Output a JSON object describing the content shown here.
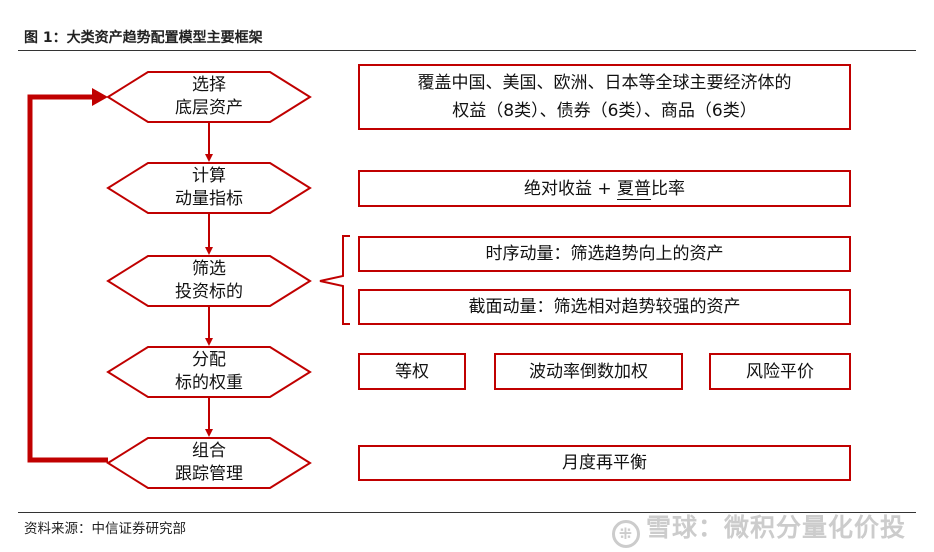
{
  "caption": "图 1：大类资产趋势配置模型主要框架",
  "source": "资料来源：中信证券研究部",
  "watermark": "雪球：微积分量化价投",
  "colors": {
    "accent": "#c00000"
  },
  "steps": [
    {
      "line1": "选择",
      "line2": "底层资产"
    },
    {
      "line1": "计算",
      "line2": "动量指标"
    },
    {
      "line1": "筛选",
      "line2": "投资标的"
    },
    {
      "line1": "分配",
      "line2": "标的权重"
    },
    {
      "line1": "组合",
      "line2": "跟踪管理"
    }
  ],
  "boxes": {
    "assets_line1": "覆盖中国、美国、欧洲、日本等全球主要经济体的",
    "assets_line2": "权益（8类）、债券（6类）、商品（6类）",
    "indicator_a": "绝对收益 + ",
    "indicator_b": "夏普",
    "indicator_c": "比率",
    "ts_momentum": "时序动量：筛选趋势向上的资产",
    "cs_momentum": "截面动量：筛选相对趋势较强的资产",
    "equal_weight": "等权",
    "inv_vol_weight": "波动率倒数加权",
    "risk_parity": "风险平价",
    "rebalance": "月度再平衡"
  }
}
